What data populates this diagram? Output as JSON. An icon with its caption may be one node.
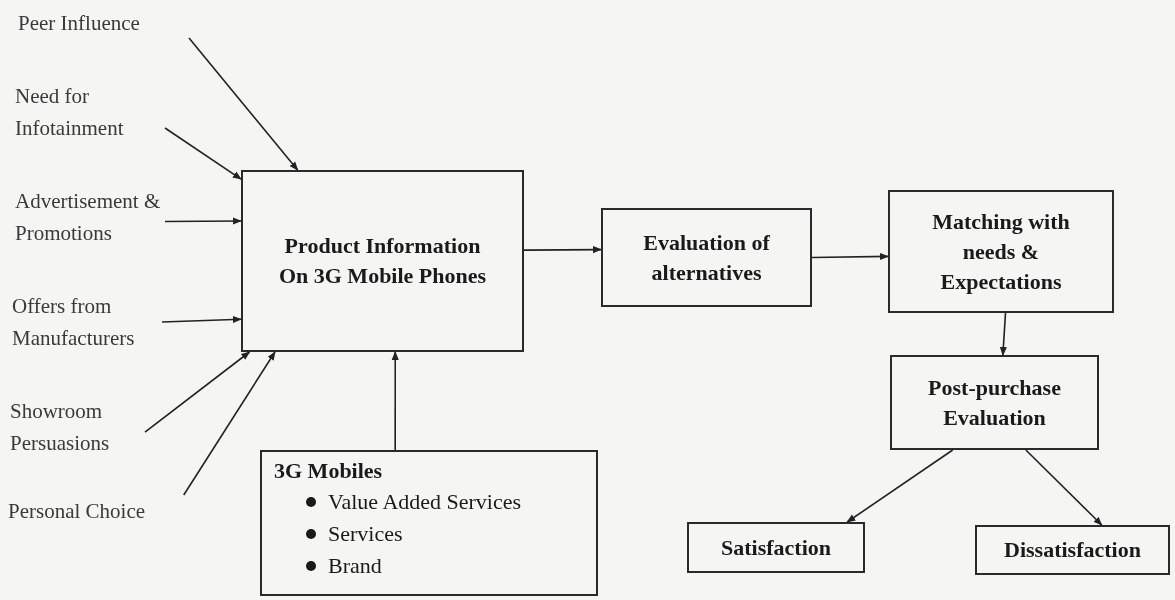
{
  "diagram": {
    "nodes": [
      {
        "text": [
          "Peer Influence"
        ]
      },
      {
        "text": [
          "Need for Infotainment"
        ]
      },
      {
        "text": [
          "Advertisement & Promotions"
        ]
      },
      {
        "text": [
          "Offers from Manufacturers"
        ]
      },
      {
        "text": [
          "Showroom Persuasions"
        ]
      },
      {
        "text": [
          "Personal Choice"
        ]
      },
      {
        "text": [
          "Product Information On 3G Mobile Phones"
        ]
      },
      {
        "text": [
          "3G Mobiles",
          "Value Added Services",
          "Services",
          "Brand"
        ]
      },
      {
        "text": [
          "Evaluation of alternatives"
        ]
      },
      {
        "text": [
          "Matching with needs & Expectations"
        ]
      },
      {
        "text": [
          "Post-purchase Evaluation"
        ]
      },
      {
        "text": [
          "Satisfaction"
        ]
      },
      {
        "text": [
          "Dissatisfaction"
        ]
      }
    ],
    "edges": [
      {
        "from": 0,
        "to": 6,
        "arrow": "to"
      },
      {
        "from": 1,
        "to": 6,
        "arrow": "to"
      },
      {
        "from": 2,
        "to": 6,
        "arrow": "to"
      },
      {
        "from": 3,
        "to": 6,
        "arrow": "to"
      },
      {
        "from": 4,
        "to": 6,
        "arrow": "to"
      },
      {
        "from": 5,
        "to": 6,
        "arrow": "to"
      },
      {
        "from": 7,
        "to": 6,
        "arrow": "to"
      },
      {
        "from": 6,
        "to": 8,
        "arrow": "to"
      },
      {
        "from": 8,
        "to": 9,
        "arrow": "to"
      },
      {
        "from": 9,
        "to": 10,
        "arrow": "to"
      },
      {
        "from": 10,
        "to": 11,
        "arrow": "to"
      },
      {
        "from": 10,
        "to": 12,
        "arrow": "to"
      }
    ]
  }
}
